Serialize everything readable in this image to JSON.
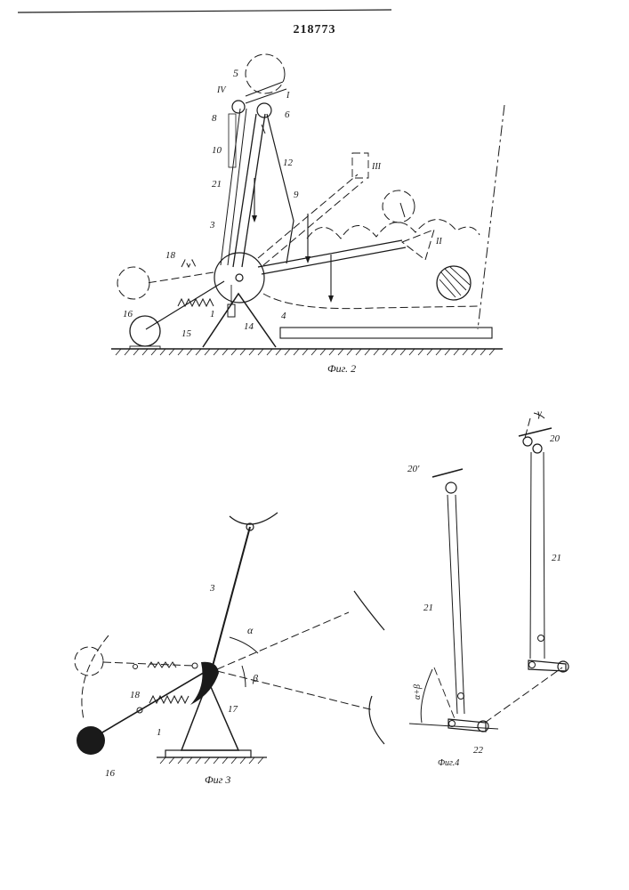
{
  "header": {
    "patent_number": "218773"
  },
  "figures": {
    "fig2": {
      "caption": "Фиг. 2",
      "labels": [
        "5",
        "IV",
        "I",
        "8",
        "6",
        "10",
        "12",
        "III",
        "21",
        "9",
        "3",
        "II",
        "18",
        "4",
        "16",
        "15",
        "1",
        "14"
      ]
    },
    "fig3": {
      "caption": "Фиг 3",
      "labels": [
        "3",
        "α",
        "β",
        "18",
        "17",
        "1",
        "16"
      ]
    },
    "fig4": {
      "caption": "Фиг.4",
      "labels": [
        "γ",
        "20",
        "20'",
        "21",
        "21",
        "α+β",
        "22"
      ]
    }
  }
}
